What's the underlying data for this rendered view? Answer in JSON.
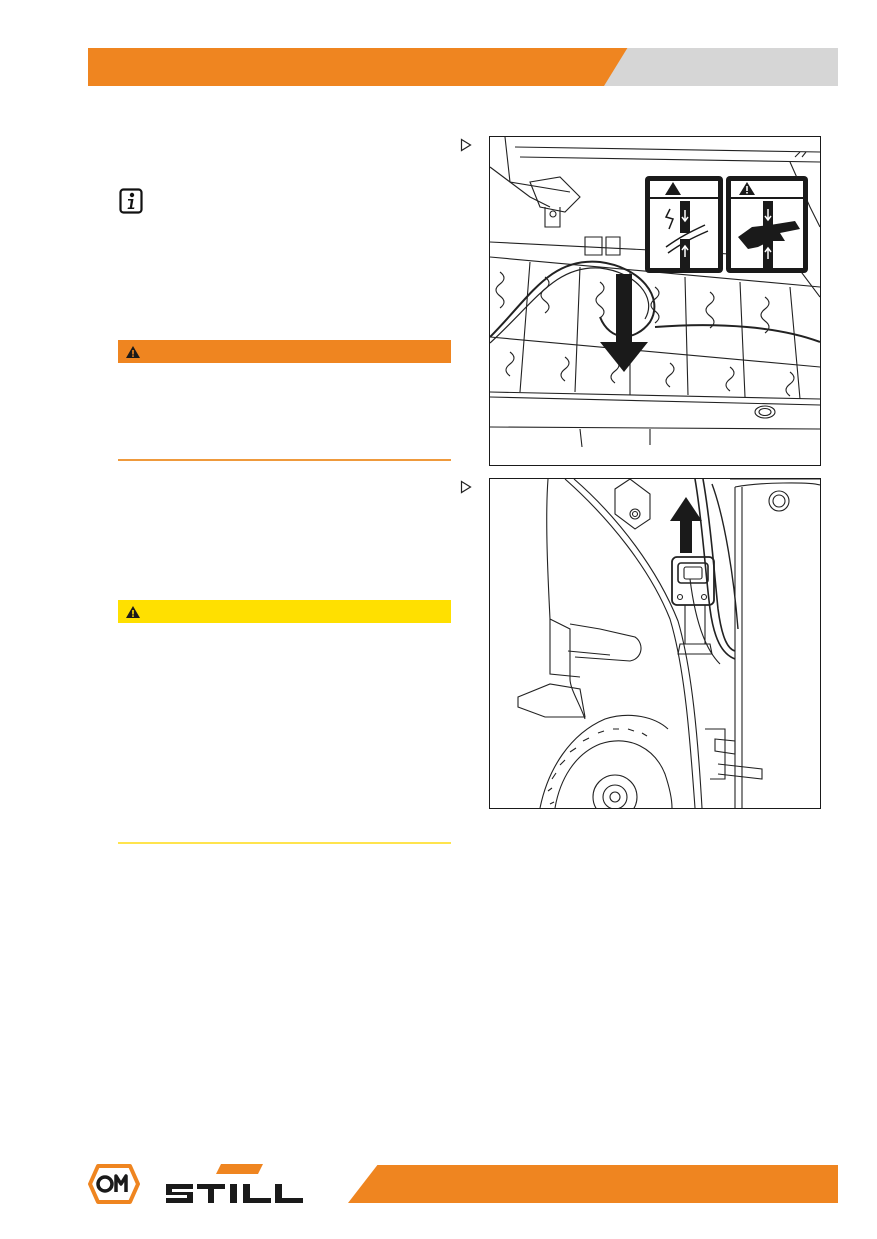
{
  "header": {
    "accent_color": "#ef8520",
    "secondary_color": "#d6d6d6"
  },
  "notes": {
    "info": {
      "icon": "info-icon"
    },
    "warning": {
      "icon": "warning-triangle-icon",
      "color": "#ef8520"
    },
    "caution": {
      "icon": "warning-triangle-icon",
      "color": "#ffe000"
    }
  },
  "figures": [
    {
      "id": "battery-connector-stowed",
      "marker_icon": "triangle-right-icon"
    },
    {
      "id": "battery-connector-disconnect",
      "marker_icon": "triangle-right-icon"
    }
  ],
  "footer": {
    "logos": [
      "om-logo",
      "still-logo"
    ],
    "accent_color": "#ef8520"
  }
}
